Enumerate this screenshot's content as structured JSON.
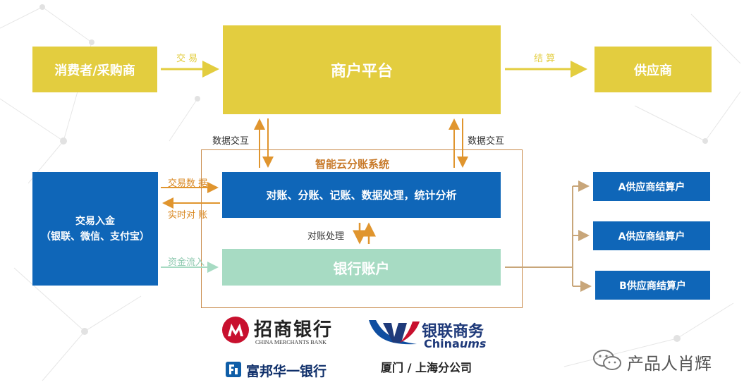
{
  "nodes": {
    "consumer": "消费者/采购商",
    "platform": "商户平台",
    "supplier": "供应商",
    "trade_deposit_line1": "交易入金",
    "trade_deposit_line2": "（银联、微信、支付宝）",
    "recon": "对账、分账、记账、数据处理，统计分析",
    "bank_account": "银行账户",
    "settle_a1": "A供应商结算户",
    "settle_a2": "A供应商结算户",
    "settle_b": "B供应商结算户"
  },
  "labels": {
    "trade": "交 易",
    "settle": "结 算",
    "data_exchange_left": "数据交互",
    "data_exchange_right": "数据交互",
    "system_title": "智能云分账系统",
    "trade_data": "交易数 据",
    "realtime_recon": "实时对 账",
    "recon_process": "对账处理",
    "funds_inflow": "资金流入"
  },
  "logos": {
    "cmb_cn": "招商银行",
    "cmb_en": "CHINA MERCHANTS BANK",
    "ums_cn": "银联商务",
    "ums_en_a": "China",
    "ums_en_b": "ums",
    "fubon": "富邦华一银行",
    "ums_branch": "厦门 / 上海分公司"
  },
  "watermark": "产品人肖辉",
  "colors": {
    "yellow": "#e3cd3f",
    "blue": "#0f66b8",
    "mint": "#a7dbc3",
    "orange_arrow": "#e0952e",
    "tan_arrow": "#c8a67a",
    "frame": "#c88a4a",
    "cmb_red": "#c8102e"
  }
}
